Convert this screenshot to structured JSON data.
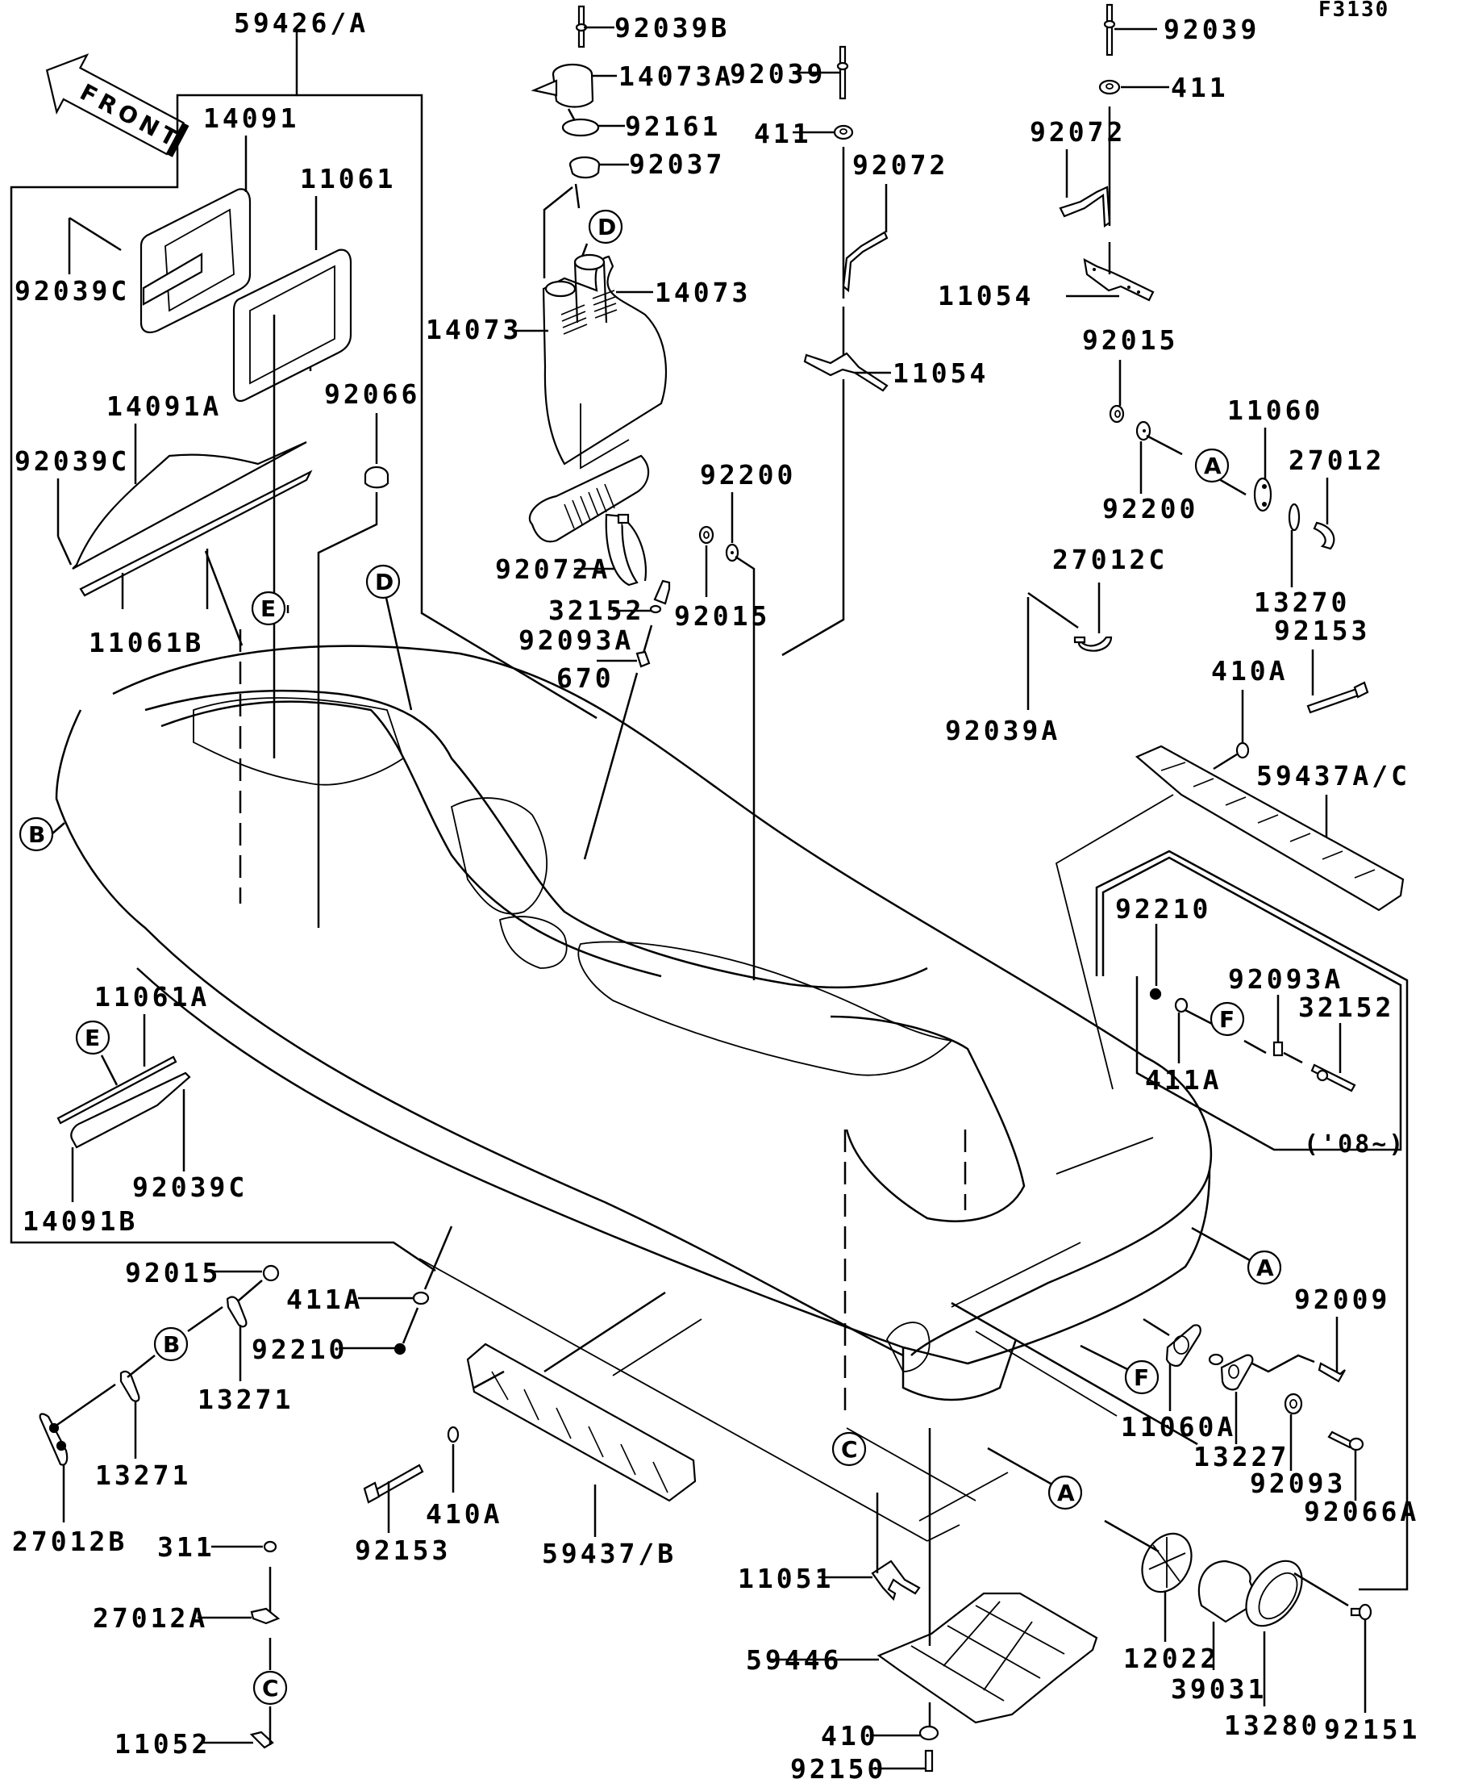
{
  "diagram": {
    "code": "F3130",
    "front_arrow_text": "FRONT",
    "model_note": "('08~)",
    "labels": {
      "l59426A": "59426/A",
      "l14091": "14091",
      "l11061": "11061",
      "l92039C_a": "92039C",
      "l14091A": "14091A",
      "l92039C_b": "92039C",
      "l11061B": "11061B",
      "l92066": "92066",
      "l92039B": "92039B",
      "l14073A": "14073A",
      "l92161": "92161",
      "l92037": "92037",
      "l14073_r": "14073",
      "l14073_l": "14073",
      "l92072A": "92072A",
      "l32152_a": "32152",
      "l92093A_a": "92093A",
      "l670": "670",
      "l92200_a": "92200",
      "l92015_a": "92015",
      "l92039_a": "92039",
      "l411_a": "411",
      "l92072_a": "92072",
      "l11054_a": "11054",
      "l92039_b": "92039",
      "l411_b": "411",
      "l92072_b": "92072",
      "l11054_b": "11054",
      "l92015_b": "92015",
      "l11060": "11060",
      "l27012": "27012",
      "l92200_b": "92200",
      "l13270": "13270",
      "l27012C": "27012C",
      "l92153_a": "92153",
      "l410A_a": "410A",
      "l92039A": "92039A",
      "l59437AC": "59437A/C",
      "l92210_a": "92210",
      "l92093A_b": "92093A",
      "l32152_b": "32152",
      "l411A_a": "411A",
      "l11061A": "11061A",
      "l92039C_c": "92039C",
      "l14091B": "14091B",
      "l92015_c": "92015",
      "l411A_b": "411A",
      "l92210_b": "92210",
      "l13271_a": "13271",
      "l13271_b": "13271",
      "l27012B": "27012B",
      "l311": "311",
      "l27012A": "27012A",
      "l11052": "11052",
      "l92153_b": "92153",
      "l410A_b": "410A",
      "l59437B": "59437/B",
      "l11051": "11051",
      "l59446": "59446",
      "l410": "410",
      "l92150": "92150",
      "l92009": "92009",
      "l11060A": "11060A",
      "l13227": "13227",
      "l92093": "92093",
      "l92066A": "92066A",
      "l12022": "12022",
      "l39031": "39031",
      "l13280": "13280",
      "l92151": "92151"
    },
    "refs": {
      "A1": "A",
      "A2": "A",
      "A3": "A",
      "B1": "B",
      "B2": "B",
      "C1": "C",
      "C2": "C",
      "D1": "D",
      "D2": "D",
      "E1": "E",
      "E2": "E",
      "F1": "F",
      "F2": "F"
    }
  }
}
